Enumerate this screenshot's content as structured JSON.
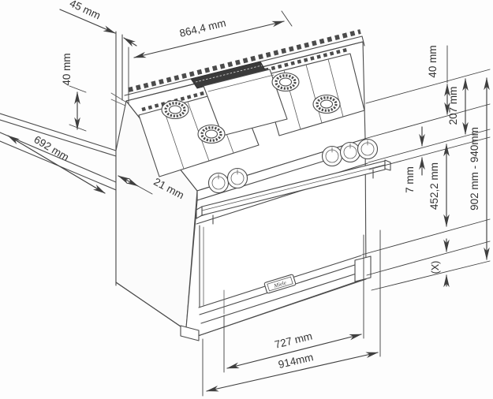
{
  "diagram": {
    "kind": "range-cooker installation dimension drawing",
    "brand": {
      "logo_text": "Miele"
    },
    "dims": {
      "wall_gap": "45 mm",
      "cooktop_width": "864,4 mm",
      "worktop_thickness": "40 mm",
      "worktop_depth": "692 mm",
      "front_overhang": "21 mm",
      "rail_height": "40 mm",
      "top_to_controls": "207 mm",
      "control_door_gap": "7 mm",
      "door_height": "452,2 mm",
      "overall_height": "902 mm - 940mm",
      "foot_adjustment": "(X)",
      "lower_width": "727 mm",
      "overall_width": "914mm"
    }
  }
}
